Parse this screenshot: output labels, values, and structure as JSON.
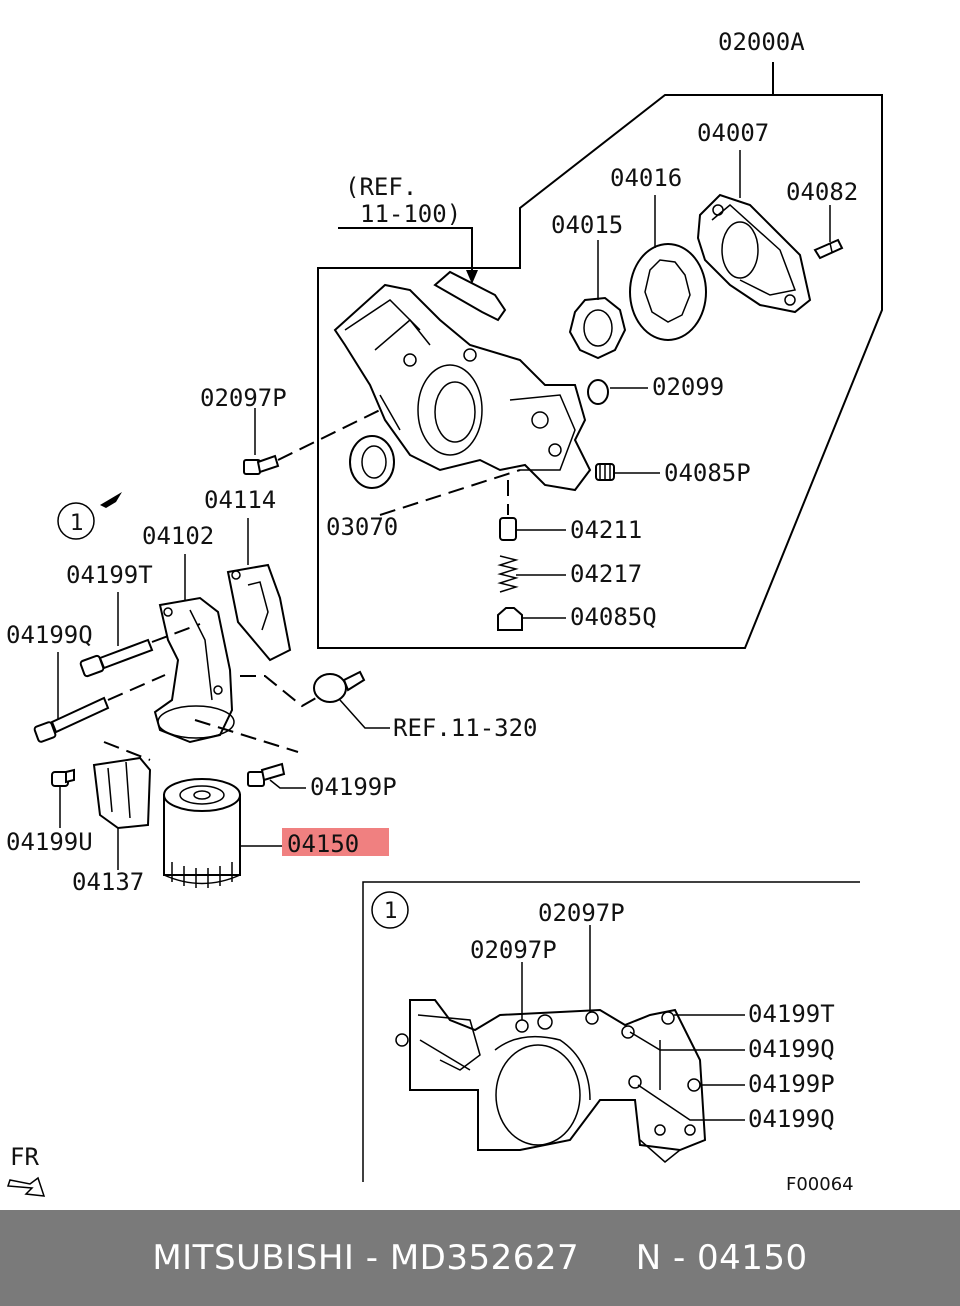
{
  "labels": {
    "assy": "02000A",
    "l04007": "04007",
    "l04016": "04016",
    "l04082": "04082",
    "l04015": "04015",
    "ref_line1": "(REF.",
    "ref_line2": "11-100)",
    "l02099": "02099",
    "l02097p": "02097P",
    "l04085p": "04085P",
    "l03070": "03070",
    "l04211": "04211",
    "l04114": "04114",
    "l04217": "04217",
    "l04102": "04102",
    "l04085q": "04085Q",
    "l04199t": "04199T",
    "l04199q": "04199Q",
    "ref2": "REF.11-320",
    "l04199p": "04199P",
    "l04199u": "04199U",
    "l04150": "04150",
    "l04137": "04137",
    "circle1": "1",
    "fr": "FR"
  },
  "inset": {
    "circle": "1",
    "l02097p_top": "02097P",
    "l02097p_left": "02097P",
    "l04199t": "04199T",
    "l04199q_1": "04199Q",
    "l04199p": "04199P",
    "l04199q_2": "04199Q"
  },
  "highlight_color": "#f08080",
  "figure_code": "F00064",
  "footer": {
    "brand": "MITSUBISHI",
    "part_number": "MD352627",
    "reference": "N - 04150"
  }
}
